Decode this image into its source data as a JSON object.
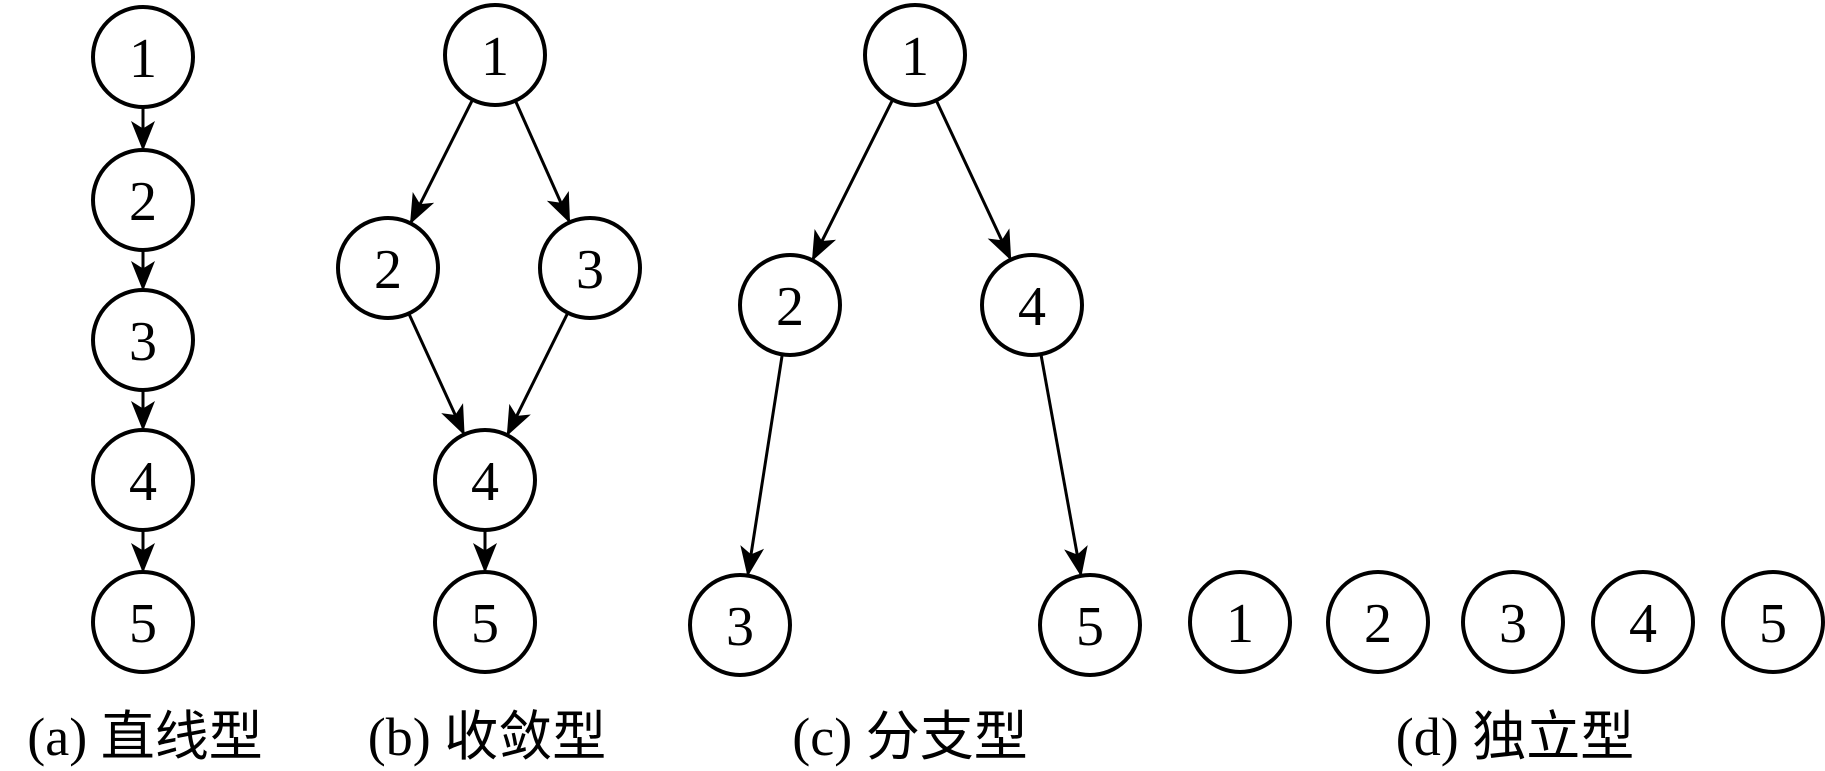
{
  "diagram": {
    "panels": [
      {
        "id": "a",
        "caption": "(a) 直线型",
        "nodes": [
          "1",
          "2",
          "3",
          "4",
          "5"
        ],
        "edges": [
          [
            "1",
            "2"
          ],
          [
            "2",
            "3"
          ],
          [
            "3",
            "4"
          ],
          [
            "4",
            "5"
          ]
        ]
      },
      {
        "id": "b",
        "caption": "(b) 收敛型",
        "nodes": [
          "1",
          "2",
          "3",
          "4",
          "5"
        ],
        "edges": [
          [
            "1",
            "2"
          ],
          [
            "1",
            "3"
          ],
          [
            "2",
            "4"
          ],
          [
            "3",
            "4"
          ],
          [
            "4",
            "5"
          ]
        ]
      },
      {
        "id": "c",
        "caption": "(c) 分支型",
        "nodes": [
          "1",
          "2",
          "3",
          "4",
          "5"
        ],
        "edges": [
          [
            "1",
            "2"
          ],
          [
            "1",
            "4"
          ],
          [
            "2",
            "3"
          ],
          [
            "4",
            "5"
          ]
        ]
      },
      {
        "id": "d",
        "caption": "(d) 独立型",
        "nodes": [
          "1",
          "2",
          "3",
          "4",
          "5"
        ],
        "edges": []
      }
    ]
  }
}
